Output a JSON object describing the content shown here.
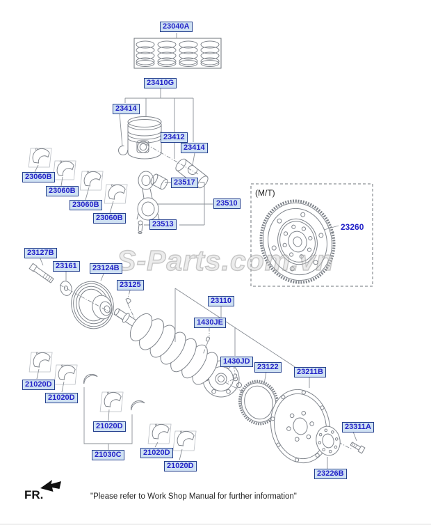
{
  "watermark": "S-Parts.com.vn",
  "mt_label": "(M/T)",
  "fr_label": "FR.",
  "note": "\"Please refer to Work Shop Manual for further information\"",
  "parts": {
    "23040A": "23040A",
    "23410G": "23410G",
    "23414": "23414",
    "23412": "23412",
    "23060B": "23060B",
    "23517": "23517",
    "23510": "23510",
    "23513": "23513",
    "23260": "23260",
    "23127B": "23127B",
    "23161": "23161",
    "23124B": "23124B",
    "23125": "23125",
    "23110": "23110",
    "1430JE": "1430JE",
    "1430JD": "1430JD",
    "23122": "23122",
    "23211B": "23211B",
    "23311A": "23311A",
    "23226B": "23226B",
    "21020D": "21020D",
    "21030C": "21030C"
  },
  "colors": {
    "label_text": "#2323c8",
    "label_border": "#26418f",
    "label_background": "#cfe1f3",
    "line_art": "#80858c",
    "watermark_gray": "#c8c8c8"
  }
}
